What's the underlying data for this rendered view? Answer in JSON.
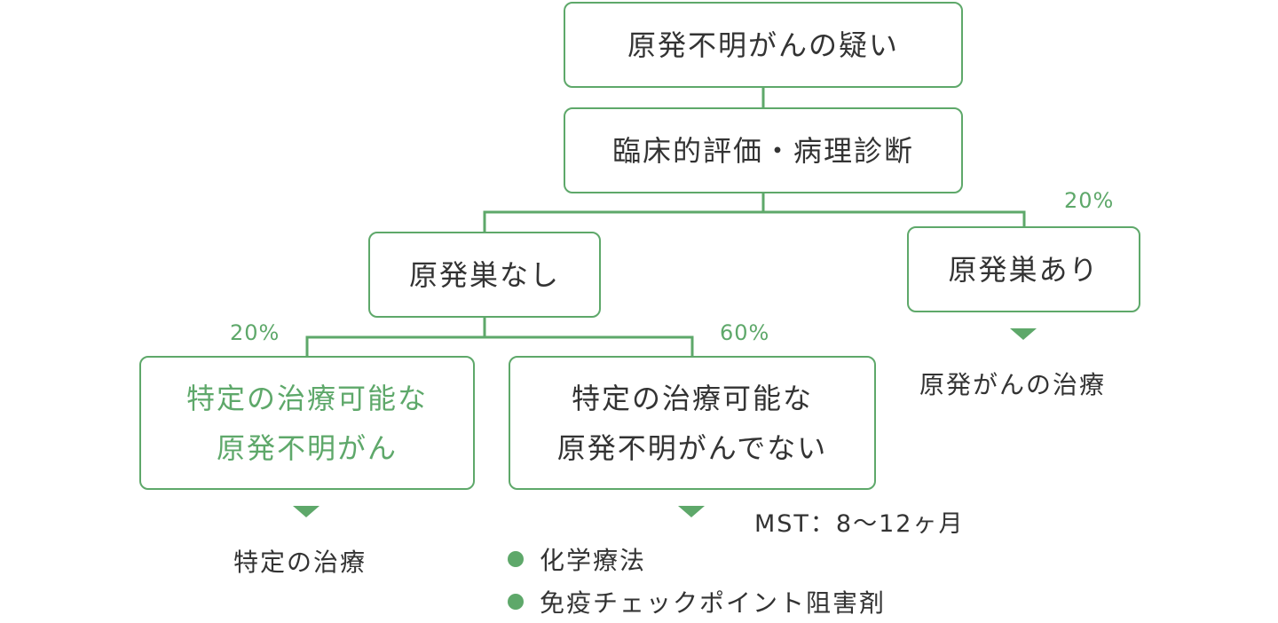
{
  "colors": {
    "accent": "#5ea86a",
    "text": "#333333",
    "background": "#ffffff"
  },
  "nodes": {
    "suspicion": "原発不明がんの疑い",
    "evaluation": "臨床的評価・病理診断",
    "no_primary": "原発巣なし",
    "has_primary": "原発巣あり",
    "specific_treatable": "特定の治療可能な\n原発不明がん",
    "not_specific": "特定の治療可能な\n原発不明がんでない"
  },
  "percentages": {
    "has_primary": "20%",
    "specific_treatable": "20%",
    "not_specific": "60%"
  },
  "outcomes": {
    "has_primary": "原発がんの治療",
    "specific_treatable": "特定の治療",
    "mst": "MST：8〜12ヶ月",
    "not_specific_items": [
      "化学療法",
      "免疫チェックポイント阻害剤"
    ]
  },
  "icons": {
    "down_arrow": "triangle-down",
    "bullet": "filled-circle"
  }
}
